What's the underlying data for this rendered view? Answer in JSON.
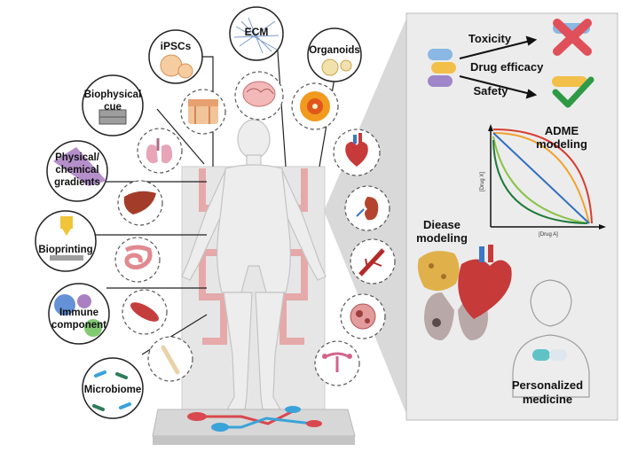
{
  "left_inputs": {
    "ipscs": "iPSCs",
    "ecm": "ECM",
    "organoids": "Organoids",
    "biophysical": [
      "Biophysical",
      "cue"
    ],
    "gradients": [
      "Physical/",
      "chemical",
      "gradients"
    ],
    "bioprinting": "Bioprinting",
    "immune": [
      "Immune",
      "component"
    ],
    "microbiome": "Microbiome"
  },
  "right_panel": {
    "toxicity": "Toxicity",
    "drug_efficacy": "Drug efficacy",
    "safety": "Safety",
    "adme": [
      "ADME",
      "modeling"
    ],
    "y_axis": "[Drug X]",
    "x_axis": "[Drug A]",
    "disease": [
      "Diease",
      "modeling"
    ],
    "personalized": [
      "Personalized",
      "medicine"
    ]
  },
  "colors": {
    "toxic_red": "#e0505a",
    "safe_green": "#2e9a46",
    "chip_red": "#d9484e",
    "chip_blue": "#3aa3d8",
    "panel_bg": "#eeeeee"
  }
}
